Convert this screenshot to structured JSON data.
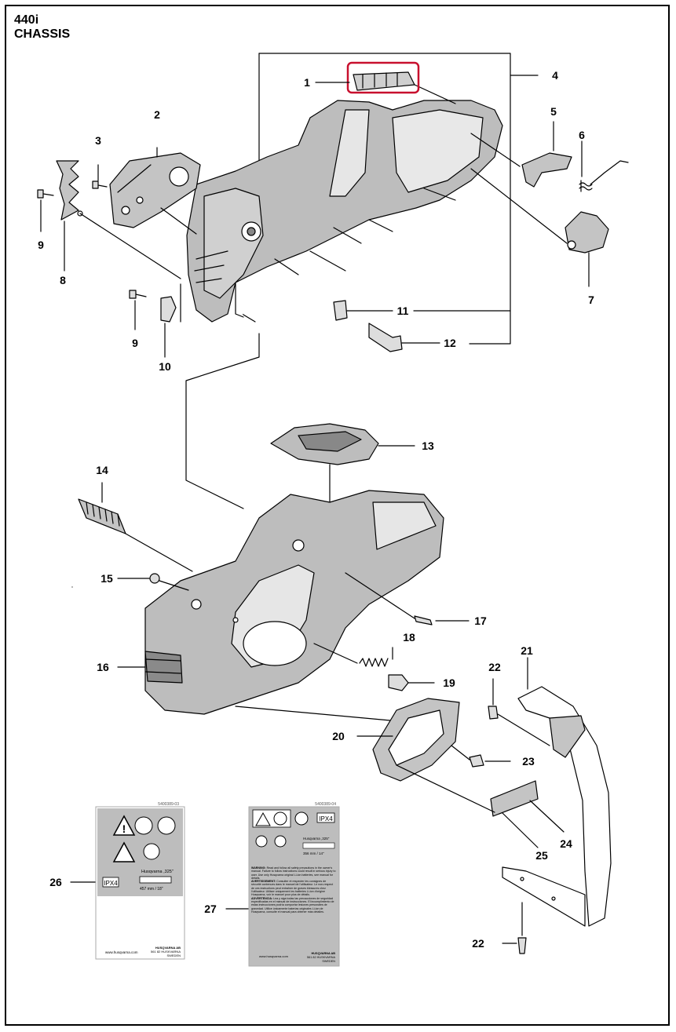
{
  "header": {
    "model": "440i",
    "section": "CHASSIS"
  },
  "callouts": [
    {
      "id": "c1",
      "text": "1"
    },
    {
      "id": "c2",
      "text": "2"
    },
    {
      "id": "c3",
      "text": "3"
    },
    {
      "id": "c4",
      "text": "4"
    },
    {
      "id": "c5",
      "text": "5"
    },
    {
      "id": "c6",
      "text": "6"
    },
    {
      "id": "c7",
      "text": "7"
    },
    {
      "id": "c8",
      "text": "8"
    },
    {
      "id": "c9a",
      "text": "9"
    },
    {
      "id": "c9b",
      "text": "9"
    },
    {
      "id": "c10",
      "text": "10"
    },
    {
      "id": "c11",
      "text": "11"
    },
    {
      "id": "c12",
      "text": "12"
    },
    {
      "id": "c13",
      "text": "13"
    },
    {
      "id": "c14",
      "text": "14"
    },
    {
      "id": "c15",
      "text": "15"
    },
    {
      "id": "c16",
      "text": "16"
    },
    {
      "id": "c17",
      "text": "17"
    },
    {
      "id": "c18",
      "text": "18"
    },
    {
      "id": "c19",
      "text": "19"
    },
    {
      "id": "c20",
      "text": "20"
    },
    {
      "id": "c21",
      "text": "21"
    },
    {
      "id": "c22a",
      "text": "22"
    },
    {
      "id": "c22b",
      "text": "22"
    },
    {
      "id": "c23",
      "text": "23"
    },
    {
      "id": "c24",
      "text": "24"
    },
    {
      "id": "c25",
      "text": "25"
    },
    {
      "id": "c26",
      "text": "26"
    },
    {
      "id": "c27",
      "text": "27"
    }
  ],
  "highlight": {
    "part": "1",
    "color": "#c8102e"
  },
  "label_26": {
    "part_no": "5400389-03",
    "ipx": "IPX4",
    "brand_line": "Husqvarna ,325\"",
    "bar_size": "457 mm / 18\"",
    "website": "www.husqvarna.com",
    "company": "HUSQVARNA AB",
    "address": "561 82 HUSKVARNA",
    "country": "SWEDEN"
  },
  "label_27": {
    "part_no": "5400389-04",
    "ipx": "IPX4",
    "brand_line": "Husqvarna ,325\"",
    "bar_size": "356 mm / 14\"",
    "warning_title": "WARNING:",
    "warning_text": "Read and follow all safety precautions in the owner's manual. Failure to follow instructions could result in serious injury to user. Use only Husqvarna original Li-ion batteries, see manual for details.",
    "avert_title": "AVERTISSEMENT:",
    "avert_text": "Consulter et respecter les consignes de sécurité contenues dans le manuel de l'utilisateur. Le non-respect de ces instructions peut entraîner de graves blessures chez l'utilisateur. Utiliser uniquement les batteries Li-ion d'origine Husqvarna, voir le manuel pour plus de détails.",
    "advert_title": "ADVERTENCIA:",
    "advert_text": "Lea y siga todas las precauciones de seguridad especificadas en el manual de instrucciones. El incumplimiento de estas instrucciones podría comportar lesiones personales de gravedad. Utilice únicamente baterías originales Li-ion de Husqvarna, consulte el manual para obtener más detalles.",
    "website": "www.husqvarna.com",
    "company": "HUSQVARNA AB",
    "address": "561 82 HUSKVARNA",
    "country": "SWEDEN"
  }
}
